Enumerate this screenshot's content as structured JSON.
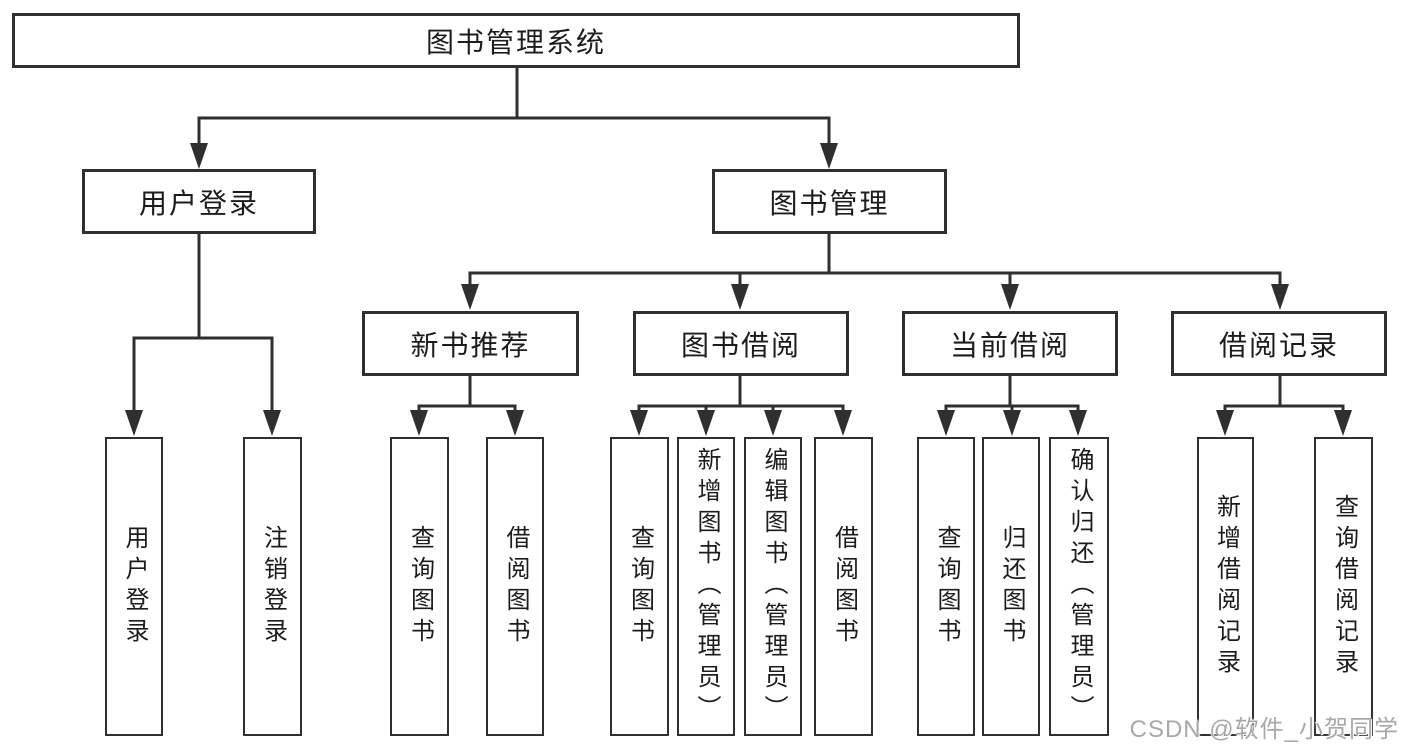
{
  "nodes": {
    "root": "图书管理系统",
    "user_login": "用户登录",
    "book_mgmt": "图书管理",
    "new_book": "新书推荐",
    "borrow": "图书借阅",
    "current": "当前借阅",
    "record": "借阅记录",
    "ul_login": "用户登录",
    "ul_logout": "注销登录",
    "nb_query": "查询图书",
    "nb_borrow": "借阅图书",
    "bb_query": "查询图书",
    "bb_add": "新增图书（管理员）",
    "bb_edit": "编辑图书（管理员）",
    "bb_borrow": "借阅图书",
    "cb_query": "查询图书",
    "cb_return": "归还图书",
    "cb_confirm": "确认归还（管理员）",
    "br_add": "新增借阅记录",
    "br_query": "查询借阅记录"
  },
  "watermark": "CSDN @软件_小贺同学",
  "colors": {
    "line": "#2f2f2f",
    "text": "#1c1c1c",
    "watermark": "#a8a8a8",
    "background": "#ffffff"
  }
}
